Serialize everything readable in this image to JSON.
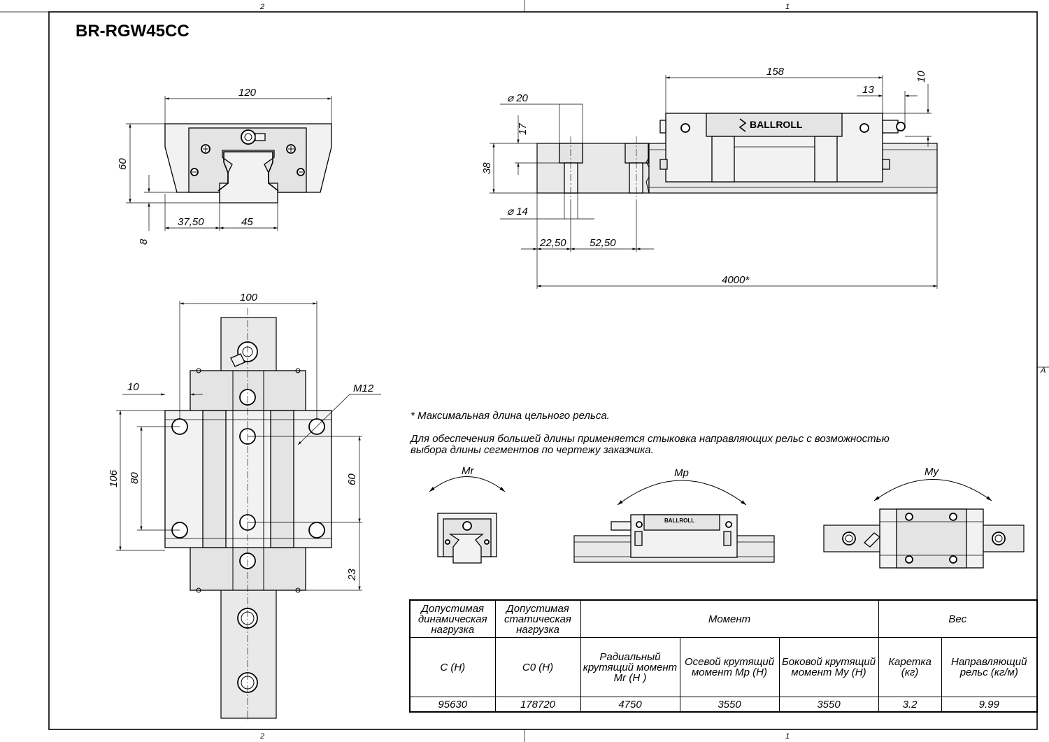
{
  "title": "BR-RGW45CC",
  "zones": {
    "top_left": "2",
    "top_right": "1",
    "bottom_left": "2",
    "bottom_right": "1",
    "right": "A"
  },
  "brand": "BALLROLL",
  "dims": {
    "front_width": "120",
    "front_height": "60",
    "rail_offset": "8",
    "rail_center": "37,50",
    "rail_width": "45",
    "dia_head": "⌀ 20",
    "dia_hole": "⌀ 14",
    "counterbore": "17",
    "rail_height": "38",
    "hole_start": "22,50",
    "hole_pitch": "52,50",
    "rail_length": "4000*",
    "block_length": "158",
    "nipple_offset": "13",
    "nipple_height": "10",
    "top_width": "100",
    "flange": "10",
    "thread": "M12",
    "block_len": "106",
    "hole_spacing_long": "80",
    "hole_spacing_wide": "60",
    "end_offset": "23"
  },
  "notes": {
    "asterisk": "* Максимальная длина цельного рельса.",
    "joint_line1": "Для обеспечения большей длины применяется стыковка направляющих рельс с возможностью",
    "joint_line2": "выбора длины сегментов по чертежу заказчика."
  },
  "moments": {
    "mr": "Mr",
    "mp": "Mp",
    "my": "My"
  },
  "table": {
    "header_dynamic": "Допустимая динамическая нагрузка",
    "header_static": "Допустимая статическая нагрузка",
    "header_moment": "Момент",
    "header_weight": "Вес",
    "sub_c": "C (H)",
    "sub_c0": "C0 (H)",
    "sub_mr": "Радиальный крутящий момент Mr (H )",
    "sub_mp": "Осевой крутящий момент Mp (H)",
    "sub_my": "Боковой крутящий момент My (H)",
    "sub_carriage": "Каретка (кг)",
    "sub_rail": "Направляющий рельс (кг/м)",
    "values": {
      "c": "95630",
      "c0": "178720",
      "mr": "4750",
      "mp": "3550",
      "my": "3550",
      "carriage": "3.2",
      "rail": "9.99"
    }
  }
}
